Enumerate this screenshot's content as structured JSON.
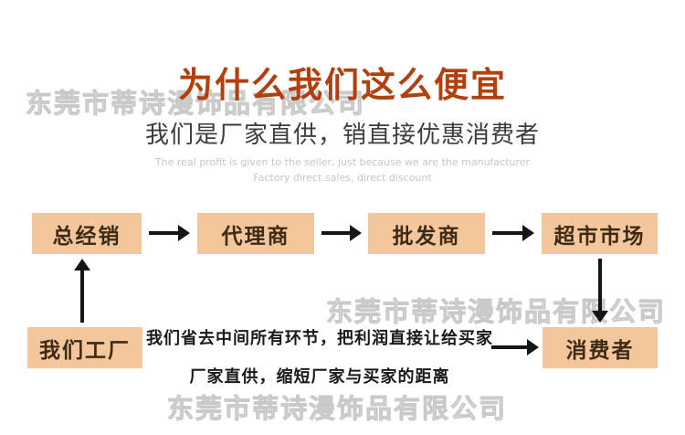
{
  "header": {
    "title": "为什么我们这么便宜",
    "subtitle": "我们是厂家直供，销直接优惠消费者",
    "english_line1": "The real profit is given to the seller, just because we are the manufacturer",
    "english_line2": "Factory direct sales, direct discount"
  },
  "watermark": {
    "text": "东莞市蒂诗漫饰品有限公司"
  },
  "flow": {
    "nodes": {
      "general_distributor": "总经销",
      "agent": "代理商",
      "wholesaler": "批发商",
      "supermarket": "超市市场",
      "our_factory": "我们工厂",
      "consumer": "消费者"
    },
    "description_line1": "我们省去中间所有环节，把利润直接让给买家",
    "description_line2": "厂家直供，缩短厂家与买家的距离"
  },
  "colors": {
    "title": "#b2400e",
    "node_background": "#f3c69c",
    "node_text": "#3d2b16",
    "arrow": "#151515",
    "watermark": "#c9c9c9"
  }
}
